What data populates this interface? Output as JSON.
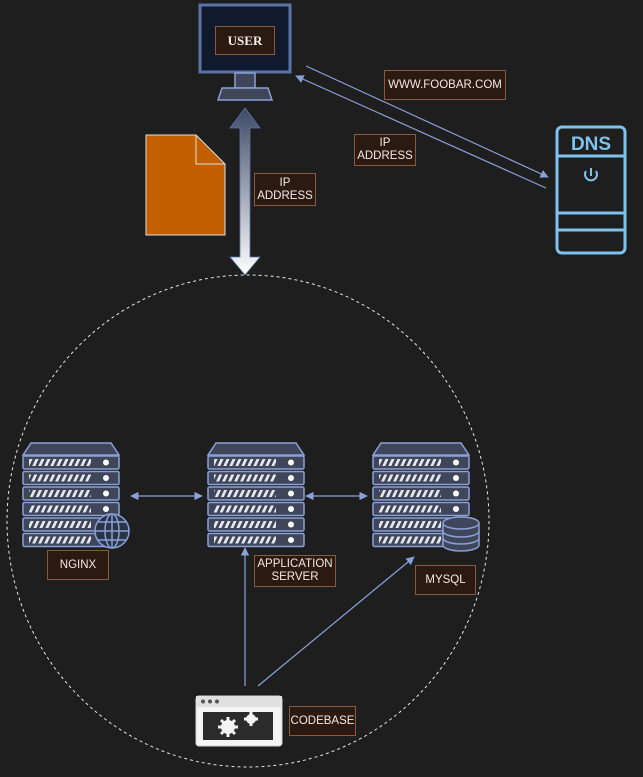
{
  "diagram": {
    "user_label": "USER",
    "dns_label": "DNS",
    "domain_label": "WWW.FOOBAR.COM",
    "ip_address_dns": "IP\nADDRESS",
    "ip_address_user": "IP\nADDRESS",
    "nginx_label": "NGINX",
    "app_server_label": "APPLICATION\nSERVER",
    "mysql_label": "MYSQL",
    "codebase_label": "CODEBASE"
  },
  "colors": {
    "background": "#1e1e1e",
    "server_fill": "#3f4659",
    "server_stroke": "#8aa0d8",
    "dns_stroke": "#7ec3ee",
    "document_fill": "#c45f00",
    "label_bg": "#2a1a12",
    "label_border": "#8a5a3a"
  }
}
